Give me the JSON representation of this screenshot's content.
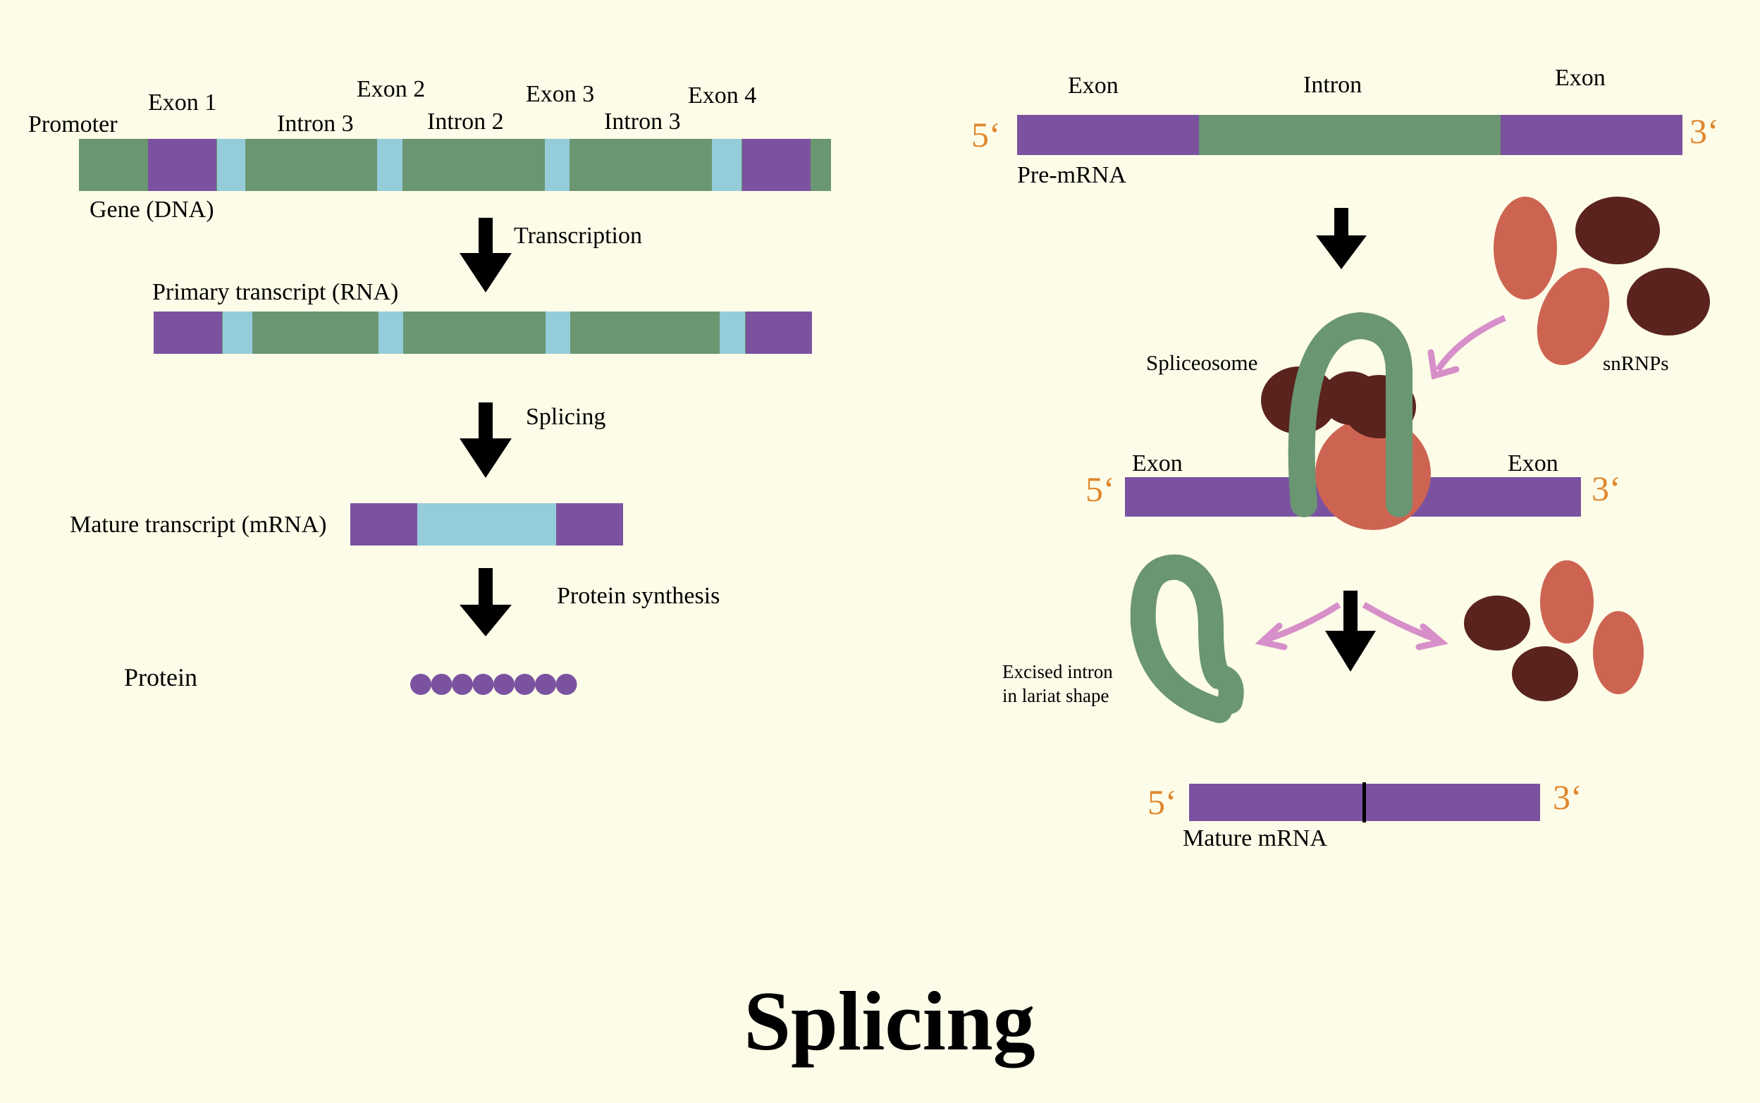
{
  "title": "Splicing",
  "colors": {
    "background": "#fdfce8",
    "exon": "#7b52a0",
    "intron": "#6a9672",
    "light_exon": "#95ccd9",
    "snrnp_light": "#cd6452",
    "snrnp_dark": "#5a231e",
    "arrow": "#000000",
    "pink_arrow": "#d68fc8",
    "prime_label": "#e0862c"
  },
  "left": {
    "gene_labels": {
      "promoter": "Promoter",
      "exon1": "Exon 1",
      "intron3_a": "Intron 3",
      "exon2": "Exon 2",
      "intron2": "Intron 2",
      "exon3": "Exon 3",
      "intron3_b": "Intron 3",
      "exon4": "Exon 4"
    },
    "gene_label": "Gene (DNA)",
    "step_transcription": "Transcription",
    "primary_transcript": "Primary transcript (RNA)",
    "step_splicing": "Splicing",
    "mature_transcript": "Mature transcript (mRNA)",
    "step_protein": "Protein synthesis",
    "protein": "Protein",
    "protein_beads": 8
  },
  "right": {
    "top_exon_left": "Exon",
    "top_intron": "Intron",
    "top_exon_right": "Exon",
    "five_prime": "5‘",
    "three_prime": "3‘",
    "pre_mrna": "Pre-mRNA",
    "spliceosome": "Spliceosome",
    "snrnps": "snRNPs",
    "mid_exon_left": "Exon",
    "mid_exon_right": "Exon",
    "excised_line1": "Excised intron",
    "excised_line2": "in lariat shape",
    "mature_mrna": "Mature mRNA"
  }
}
